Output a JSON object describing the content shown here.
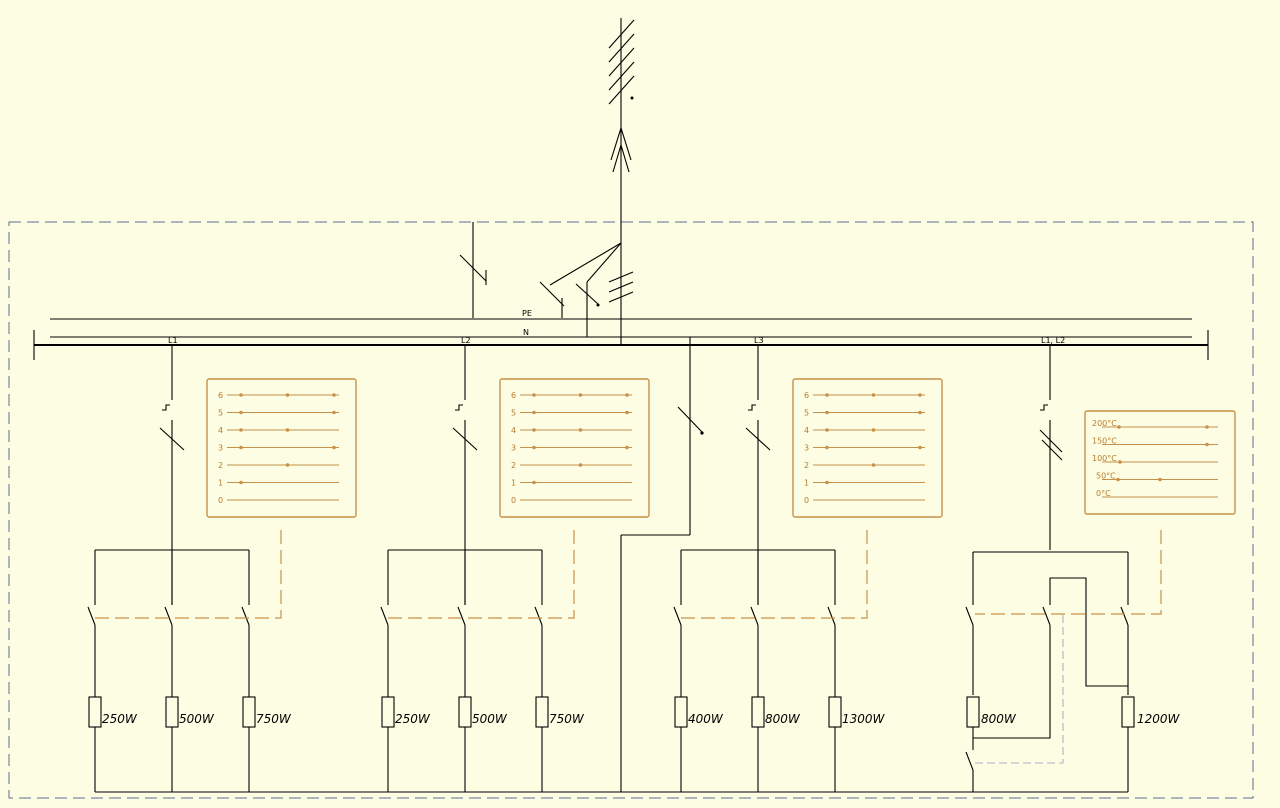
{
  "bus_labels": {
    "pe": "PE",
    "n": "N",
    "l1": "L1",
    "l2": "L2",
    "l3": "L3",
    "l1l2": "L1, L2"
  },
  "heaters": [
    {
      "phase": "L1",
      "selector": [
        "6",
        "5",
        "4",
        "3",
        "2",
        "1",
        "0"
      ],
      "loads": [
        "250W",
        "500W",
        "750W"
      ]
    },
    {
      "phase": "L2",
      "selector": [
        "6",
        "5",
        "4",
        "3",
        "2",
        "1",
        "0"
      ],
      "loads": [
        "250W",
        "500W",
        "750W"
      ]
    },
    {
      "phase": "L3",
      "selector": [
        "6",
        "5",
        "4",
        "3",
        "2",
        "1",
        "0"
      ],
      "loads": [
        "400W",
        "800W",
        "1300W"
      ]
    }
  ],
  "oven": {
    "phase": "L1, L2",
    "thermostat": [
      "200°C",
      "150°C",
      "100°C",
      "50°C",
      "0°C"
    ],
    "loads": [
      "800W",
      "1200W"
    ]
  },
  "colors": {
    "background": "#fdfde3",
    "wire": "#000000",
    "control": "#c8914a",
    "enclosure": "#5a6f90"
  }
}
